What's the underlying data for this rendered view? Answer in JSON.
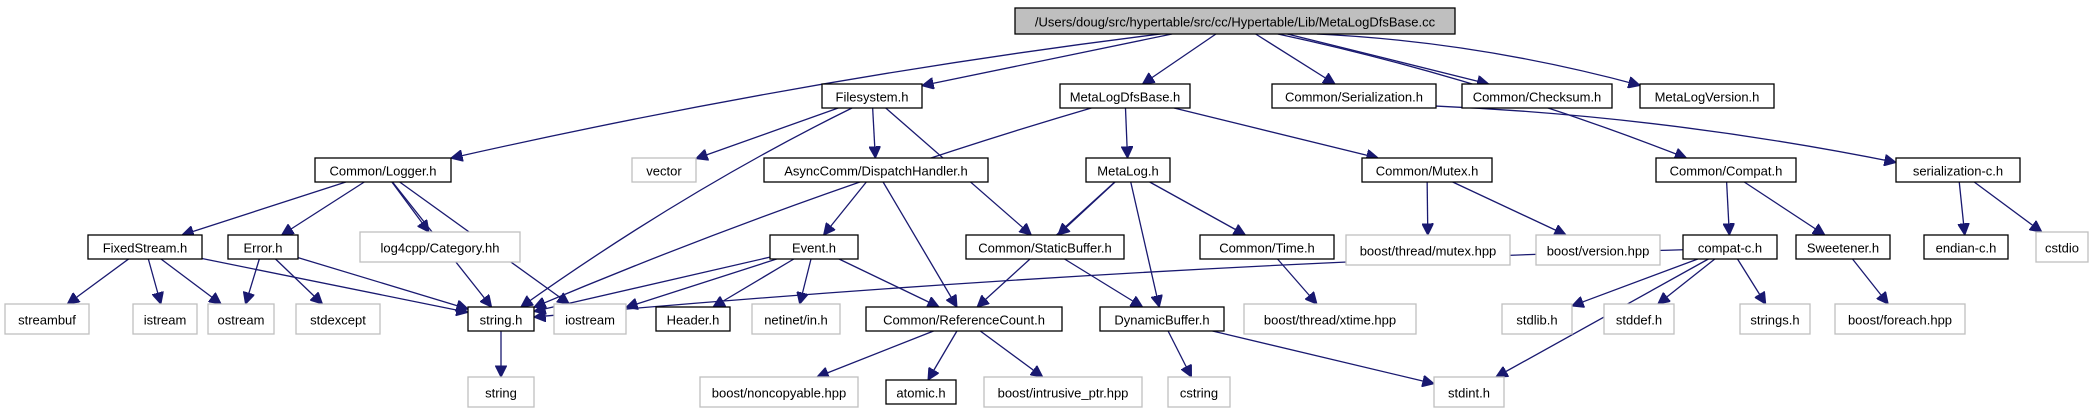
{
  "graph": {
    "title": "/Users/doug/src/hypertable/src/cc/Hypertable/Lib/MetaLogDfsBase.cc",
    "nodes": {
      "root": "/Users/doug/src/hypertable/src/cc/Hypertable/Lib/MetaLogDfsBase.cc",
      "filesystem": "Filesystem.h",
      "metalogdfsbase_h": "MetaLogDfsBase.h",
      "serialization": "Common/Serialization.h",
      "checksum": "Common/Checksum.h",
      "metalogversion": "MetaLogVersion.h",
      "logger": "Common/Logger.h",
      "vector": "vector",
      "dispatchhandler": "AsyncComm/DispatchHandler.h",
      "metalog": "MetaLog.h",
      "mutex": "Common/Mutex.h",
      "compat": "Common/Compat.h",
      "serialization_c": "serialization-c.h",
      "fixedstream": "FixedStream.h",
      "error": "Error.h",
      "log4cpp": "log4cpp/Category.hh",
      "event": "Event.h",
      "staticbuffer": "Common/StaticBuffer.h",
      "time": "Common/Time.h",
      "boost_mutex": "boost/thread/mutex.hpp",
      "boost_version": "boost/version.hpp",
      "compat_c": "compat-c.h",
      "sweetener": "Sweetener.h",
      "endian_c": "endian-c.h",
      "cstdio": "cstdio",
      "streambuf": "streambuf",
      "istream": "istream",
      "ostream": "ostream",
      "stdexcept": "stdexcept",
      "string_h": "string.h",
      "iostream": "iostream",
      "header": "Header.h",
      "netinet": "netinet/in.h",
      "refcount": "Common/ReferenceCount.h",
      "dynamicbuffer": "DynamicBuffer.h",
      "boost_xtime": "boost/thread/xtime.hpp",
      "stdlib": "stdlib.h",
      "stddef": "stddef.h",
      "strings": "strings.h",
      "boost_foreach": "boost/foreach.hpp",
      "string": "string",
      "boost_noncopyable": "boost/noncopyable.hpp",
      "atomic": "atomic.h",
      "boost_intrusive": "boost/intrusive_ptr.hpp",
      "cstring": "cstring",
      "stdint": "stdint.h"
    },
    "edges": [
      [
        "root",
        "filesystem"
      ],
      [
        "root",
        "metalogdfsbase_h"
      ],
      [
        "root",
        "serialization"
      ],
      [
        "root",
        "checksum"
      ],
      [
        "root",
        "metalogversion"
      ],
      [
        "root",
        "logger"
      ],
      [
        "root",
        "compat"
      ],
      [
        "filesystem",
        "vector"
      ],
      [
        "filesystem",
        "dispatchhandler"
      ],
      [
        "filesystem",
        "string_h"
      ],
      [
        "filesystem",
        "staticbuffer"
      ],
      [
        "metalogdfsbase_h",
        "metalog"
      ],
      [
        "metalogdfsbase_h",
        "mutex"
      ],
      [
        "metalogdfsbase_h",
        "string_h"
      ],
      [
        "serialization",
        "serialization_c"
      ],
      [
        "logger",
        "fixedstream"
      ],
      [
        "logger",
        "error"
      ],
      [
        "logger",
        "log4cpp"
      ],
      [
        "logger",
        "string_h"
      ],
      [
        "logger",
        "iostream"
      ],
      [
        "dispatchhandler",
        "event"
      ],
      [
        "dispatchhandler",
        "refcount"
      ],
      [
        "metalog",
        "staticbuffer"
      ],
      [
        "metalog",
        "time"
      ],
      [
        "metalog",
        "dynamicbuffer"
      ],
      [
        "metalog",
        "refcount"
      ],
      [
        "mutex",
        "boost_mutex"
      ],
      [
        "mutex",
        "boost_version"
      ],
      [
        "compat",
        "compat_c"
      ],
      [
        "compat",
        "sweetener"
      ],
      [
        "serialization_c",
        "endian_c"
      ],
      [
        "serialization_c",
        "cstdio"
      ],
      [
        "fixedstream",
        "streambuf"
      ],
      [
        "fixedstream",
        "istream"
      ],
      [
        "fixedstream",
        "ostream"
      ],
      [
        "fixedstream",
        "string_h"
      ],
      [
        "error",
        "ostream"
      ],
      [
        "error",
        "stdexcept"
      ],
      [
        "error",
        "string_h"
      ],
      [
        "event",
        "string_h"
      ],
      [
        "event",
        "iostream"
      ],
      [
        "event",
        "header"
      ],
      [
        "event",
        "netinet"
      ],
      [
        "event",
        "refcount"
      ],
      [
        "staticbuffer",
        "dynamicbuffer"
      ],
      [
        "time",
        "boost_xtime"
      ],
      [
        "compat_c",
        "string_h"
      ],
      [
        "compat_c",
        "stdlib"
      ],
      [
        "compat_c",
        "stddef"
      ],
      [
        "compat_c",
        "strings"
      ],
      [
        "compat_c",
        "stdint"
      ],
      [
        "sweetener",
        "boost_foreach"
      ],
      [
        "string_h",
        "string"
      ],
      [
        "refcount",
        "boost_noncopyable"
      ],
      [
        "refcount",
        "atomic"
      ],
      [
        "refcount",
        "boost_intrusive"
      ],
      [
        "dynamicbuffer",
        "cstring"
      ],
      [
        "dynamicbuffer",
        "stdint"
      ]
    ],
    "external_nodes": [
      "vector",
      "log4cpp",
      "boost_mutex",
      "boost_version",
      "cstdio",
      "streambuf",
      "istream",
      "ostream",
      "stdexcept",
      "iostream",
      "netinet",
      "boost_xtime",
      "stdlib",
      "stddef",
      "strings",
      "boost_foreach",
      "string",
      "boost_noncopyable",
      "boost_intrusive",
      "cstring",
      "stdint"
    ],
    "colors": {
      "edge": "#191970",
      "root_fill": "#bfbfbf",
      "external_border": "#bfbfbf",
      "node_border": "#000000"
    }
  }
}
